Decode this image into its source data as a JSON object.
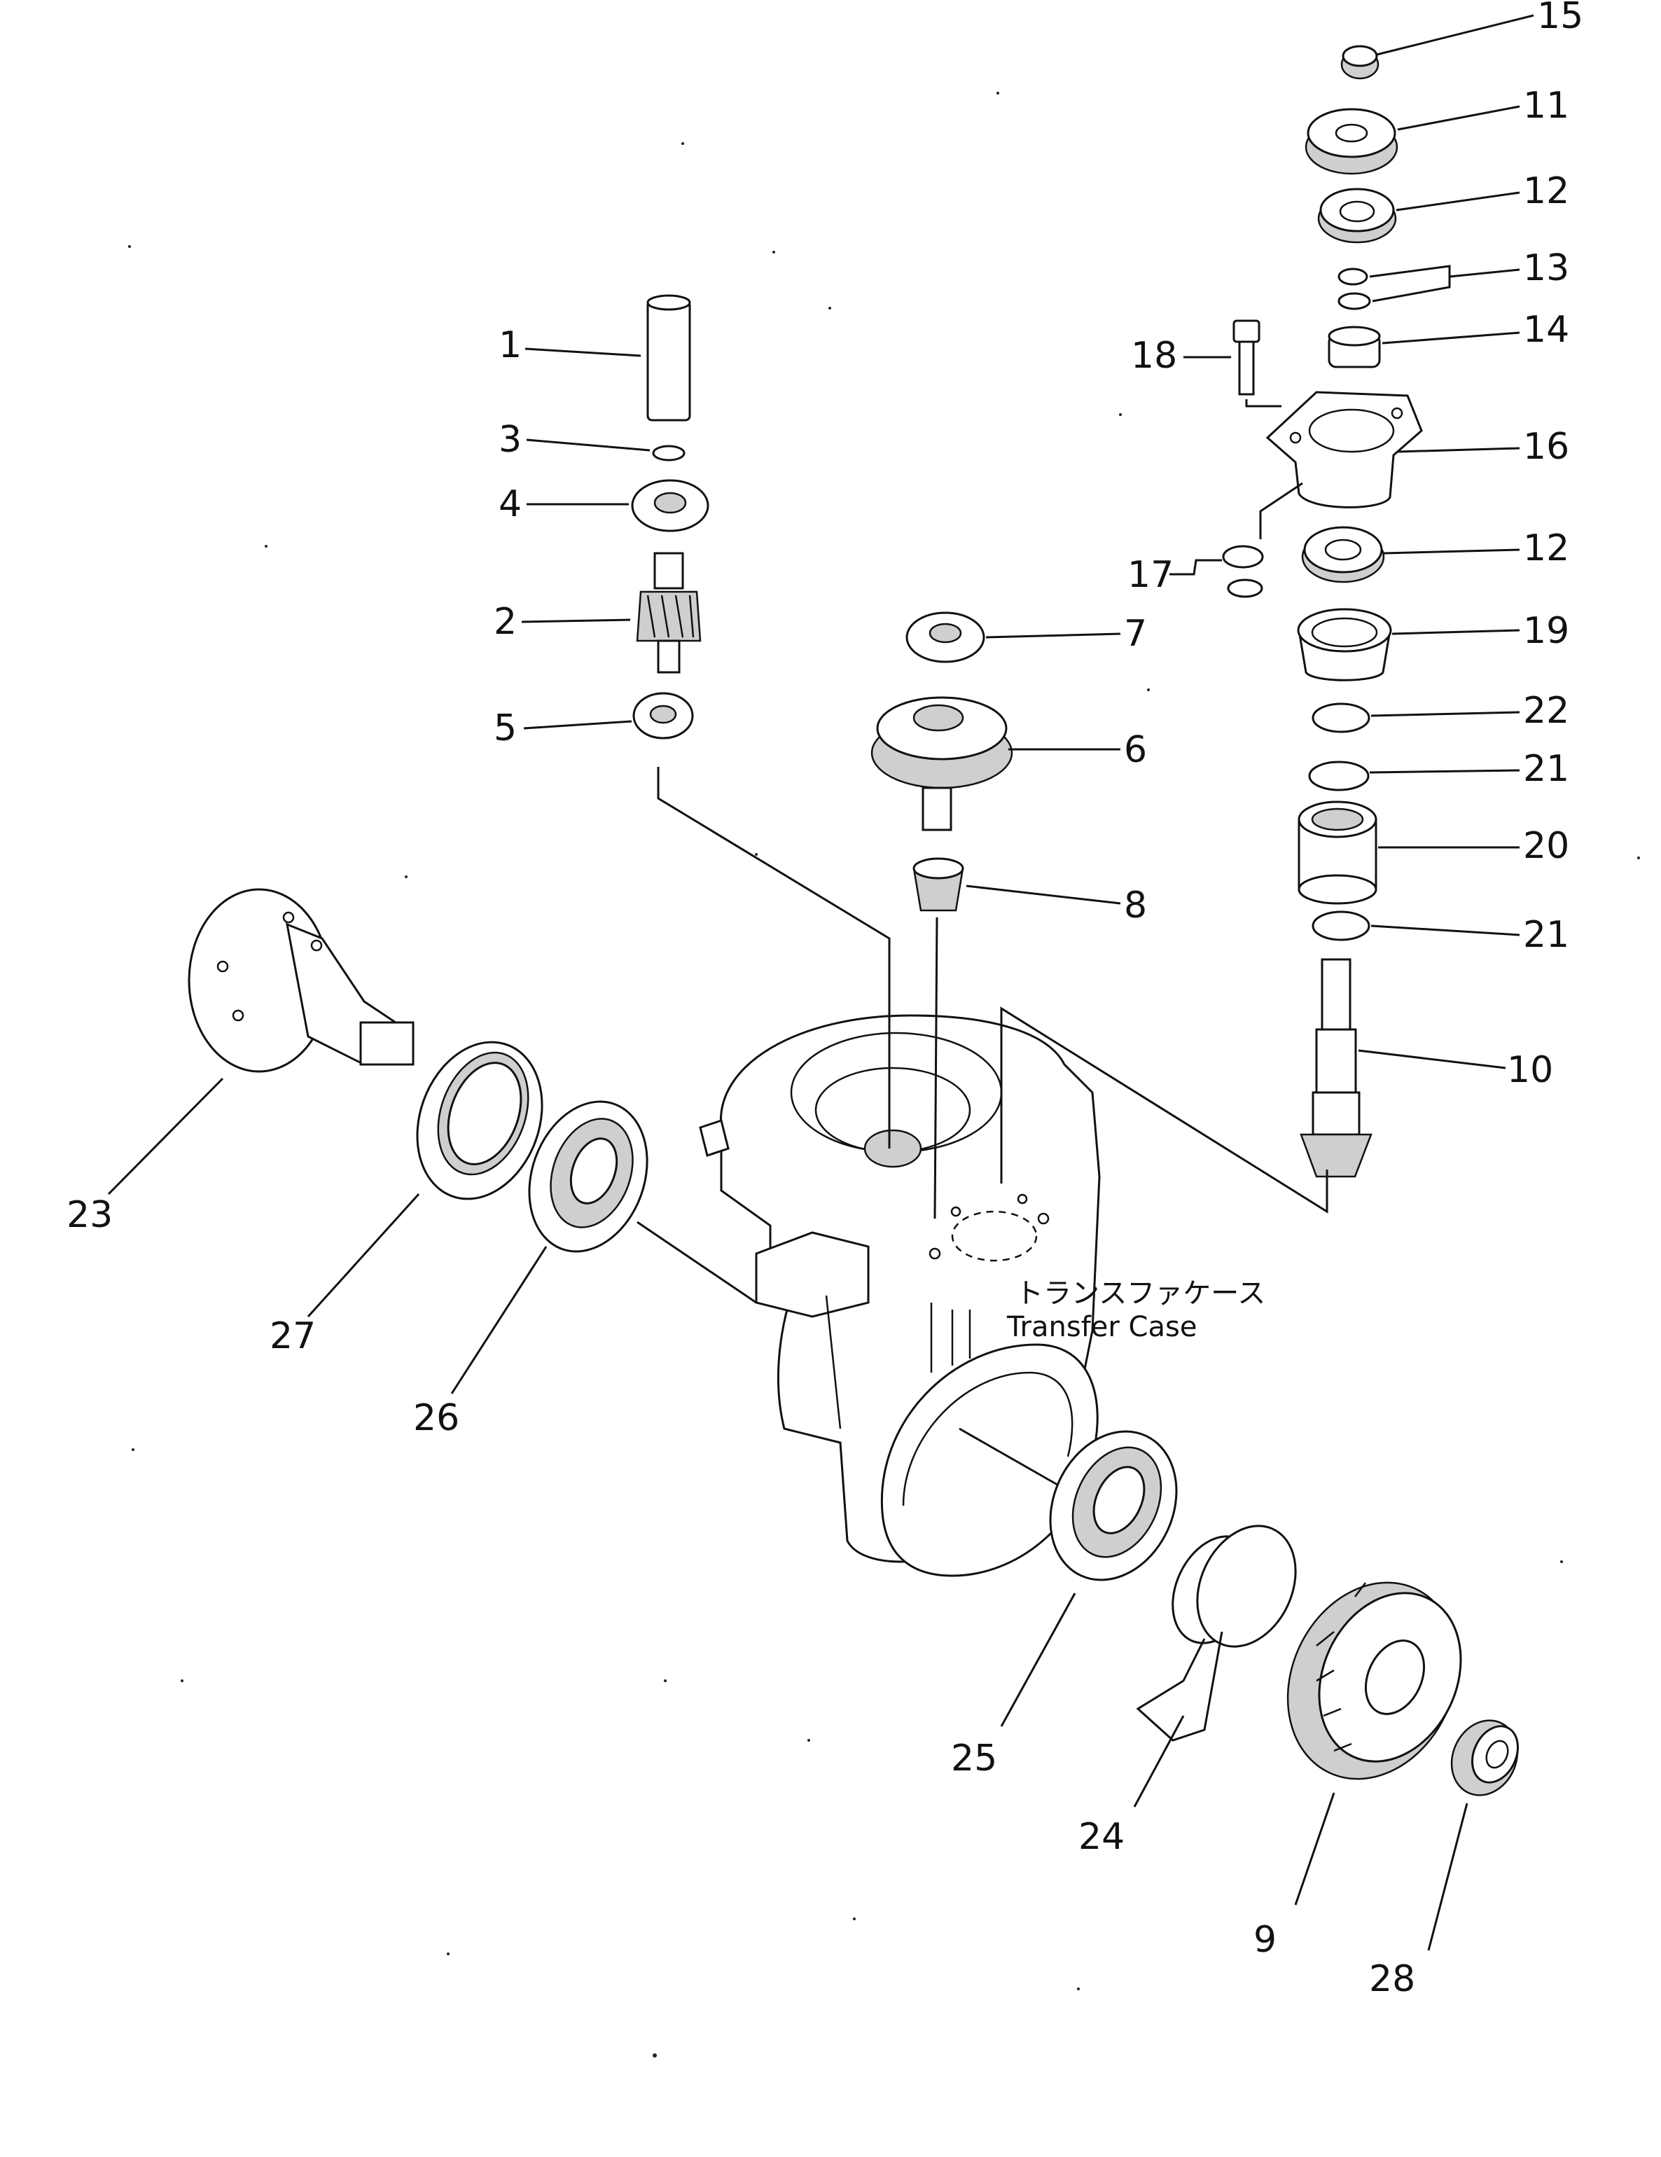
{
  "case_label": {
    "japanese": "トランスファケース",
    "english": "Transfer Case"
  },
  "callouts": [
    {
      "id": "c15",
      "text": "15"
    },
    {
      "id": "c11",
      "text": "11"
    },
    {
      "id": "c12a",
      "text": "12"
    },
    {
      "id": "c13",
      "text": "13"
    },
    {
      "id": "c14",
      "text": "14"
    },
    {
      "id": "c18",
      "text": "18"
    },
    {
      "id": "c16",
      "text": "16"
    },
    {
      "id": "c1",
      "text": "1"
    },
    {
      "id": "c3",
      "text": "3"
    },
    {
      "id": "c4",
      "text": "4"
    },
    {
      "id": "c17",
      "text": "17"
    },
    {
      "id": "c12b",
      "text": "12"
    },
    {
      "id": "c2",
      "text": "2"
    },
    {
      "id": "c7",
      "text": "7"
    },
    {
      "id": "c19",
      "text": "19"
    },
    {
      "id": "c22",
      "text": "22"
    },
    {
      "id": "c5",
      "text": "5"
    },
    {
      "id": "c6",
      "text": "6"
    },
    {
      "id": "c21a",
      "text": "21"
    },
    {
      "id": "c20",
      "text": "20"
    },
    {
      "id": "c8",
      "text": "8"
    },
    {
      "id": "c21b",
      "text": "21"
    },
    {
      "id": "c10",
      "text": "10"
    },
    {
      "id": "c23",
      "text": "23"
    },
    {
      "id": "c27",
      "text": "27"
    },
    {
      "id": "c26",
      "text": "26"
    },
    {
      "id": "c25",
      "text": "25"
    },
    {
      "id": "c24",
      "text": "24"
    },
    {
      "id": "c9",
      "text": "9"
    },
    {
      "id": "c28",
      "text": "28"
    }
  ]
}
